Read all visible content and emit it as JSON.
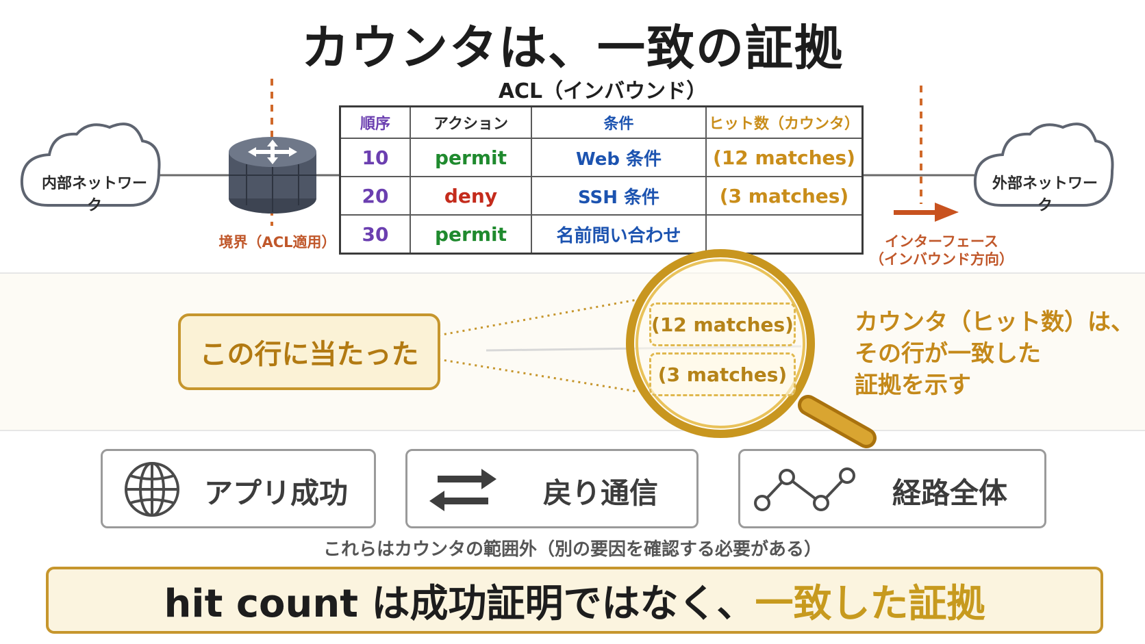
{
  "title": "カウンタは、一致の証拠",
  "acl": {
    "title": "ACL（インバウンド）",
    "headers": [
      "順序",
      "アクション",
      "条件",
      "ヒット数（カウンタ）"
    ],
    "rows": [
      {
        "order": "10",
        "action": "permit",
        "condition": "Web 条件",
        "hits": "(12 matches)"
      },
      {
        "order": "20",
        "action": "deny",
        "condition": "SSH 条件",
        "hits": "(3 matches)"
      },
      {
        "order": "30",
        "action": "permit",
        "condition": "名前問い合わせ",
        "hits": ""
      }
    ]
  },
  "network": {
    "internal": "内部ネットワーク",
    "external": "外部ネットワーク",
    "boundary": "境界（ACL適用）",
    "interface_line1": "インターフェース",
    "interface_line2": "（インバウンド方向）"
  },
  "magnifier": {
    "hit_label": "この行に当たった",
    "lens_line1": "(12 matches)",
    "lens_line2": "(3 matches)",
    "callout_line1": "カウンタ（ヒット数）は、",
    "callout_line2": "その行が一致した",
    "callout_line3": "証拠を示す"
  },
  "cards": [
    {
      "label": "アプリ成功",
      "icon": "globe-icon"
    },
    {
      "label": "戻り通信",
      "icon": "swap-arrows-icon"
    },
    {
      "label": "経路全体",
      "icon": "route-path-icon"
    }
  ],
  "note": "これらはカウンタの範囲外（別の要因を確認する必要がある）",
  "banner": {
    "main": "hit count は成功証明ではなく、",
    "accent": "一致した証拠"
  },
  "colors": {
    "gold": "#c6962d",
    "orange": "#c0572a",
    "permit": "#1f8a2e",
    "deny": "#c42b1c",
    "condition": "#1c53b0",
    "order": "#6b3fb0"
  }
}
